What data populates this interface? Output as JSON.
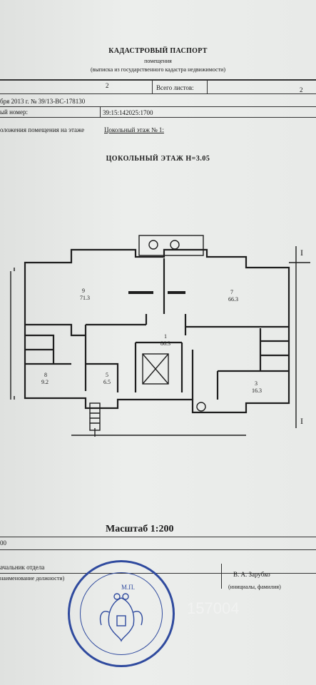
{
  "header": {
    "title": "КАДАСТРОВЫЙ ПАСПОРТ",
    "subtitle": "помещения",
    "note": "(выписка из государственного кадастра недвижимости)"
  },
  "sheet_row": {
    "sheet_number": "2",
    "total_label": "Всего листов:",
    "total_value": "2"
  },
  "doc_row": {
    "date_number": "бря 2013 г. № 39/13-ВС-178130"
  },
  "cadastral_row": {
    "label": "ый номер:",
    "value": "39:15:142025:1700"
  },
  "location_row": {
    "label": "оложения помещения на этаже",
    "value": "Цокольный этаж № 1:"
  },
  "plan": {
    "title": "ЦОКОЛЬНЫЙ ЭТАЖ  H=3.05",
    "section_mark_top": "I",
    "section_mark_bottom": "I",
    "rooms": [
      {
        "num": "9",
        "area": "71.3"
      },
      {
        "num": "7",
        "area": "66.3"
      },
      {
        "num": "1",
        "area": "86.3"
      },
      {
        "num": "5",
        "area": "6.5"
      },
      {
        "num": "3",
        "area": "16.3"
      },
      {
        "num": "8",
        "area": "9.2"
      }
    ]
  },
  "scale": "Масштаб 1:200",
  "footer": {
    "line_value": "00",
    "position": "ачальник отдела",
    "position_caption": "наименование должности)",
    "mp": "М.П.",
    "name": "В. А. Зарубко",
    "name_caption": "(инициалы, фамилия)",
    "watermark": "157004"
  },
  "colors": {
    "ink": "#1a1a1a",
    "seal": "#2f4a9e",
    "paper": "#e9ebe9"
  }
}
